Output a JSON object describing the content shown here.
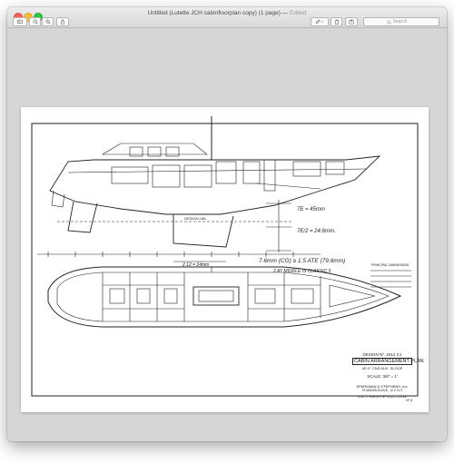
{
  "window": {
    "title_main": "Untitled (Lutette JCH cabinfloorplan copy) (1 page)",
    "title_separator": " — ",
    "title_status": "Edited"
  },
  "toolbar": {
    "search_placeholder": "Search",
    "icons": [
      "sidebar-icon",
      "zoom-out-icon",
      "zoom-in-icon",
      "share-icon",
      "markup-pen-icon",
      "chevron-down-icon",
      "rotate-icon",
      "toolbox-icon",
      "search-icon"
    ]
  },
  "drawing": {
    "annotations": {
      "dim_1": "7E = 45mm",
      "dim_2": "7E/2 = 24.6mm.",
      "dim_3": "2.12 = 24mm",
      "waterline": "DESIGN LWL",
      "note_1": "7.6mm (CG) ≥ 1.5 ATE (79.6mm)",
      "note_2": "2 AT MIDDLE IS CLASSIC 5"
    },
    "title_block": {
      "design_no": "DESIGN Nº. 2012 C1",
      "plan_name": "CABIN ARRANGEMENT PLAN",
      "vessel": "40'-0\" CNS AUX. SLOOP",
      "scale": "SCALE: 3/8\" = 1'",
      "firm": "SPARKMAN & STEPHENS, Inc.",
      "address": "79 MADISON AVE., N.Y. N.Y.",
      "ref": "6-6-77   m/w 2m Nº 2012 C1 INS",
      "sheet": "Nº 8"
    },
    "legend_title": "PRINCIPAL DIMENSIONS"
  },
  "colors": {
    "titlebar": "#e3e3e3",
    "background": "#d6d6d6",
    "ink": "#222222",
    "close": "#fc5f57",
    "minimize": "#fdbc2e",
    "maximize": "#28c840"
  }
}
